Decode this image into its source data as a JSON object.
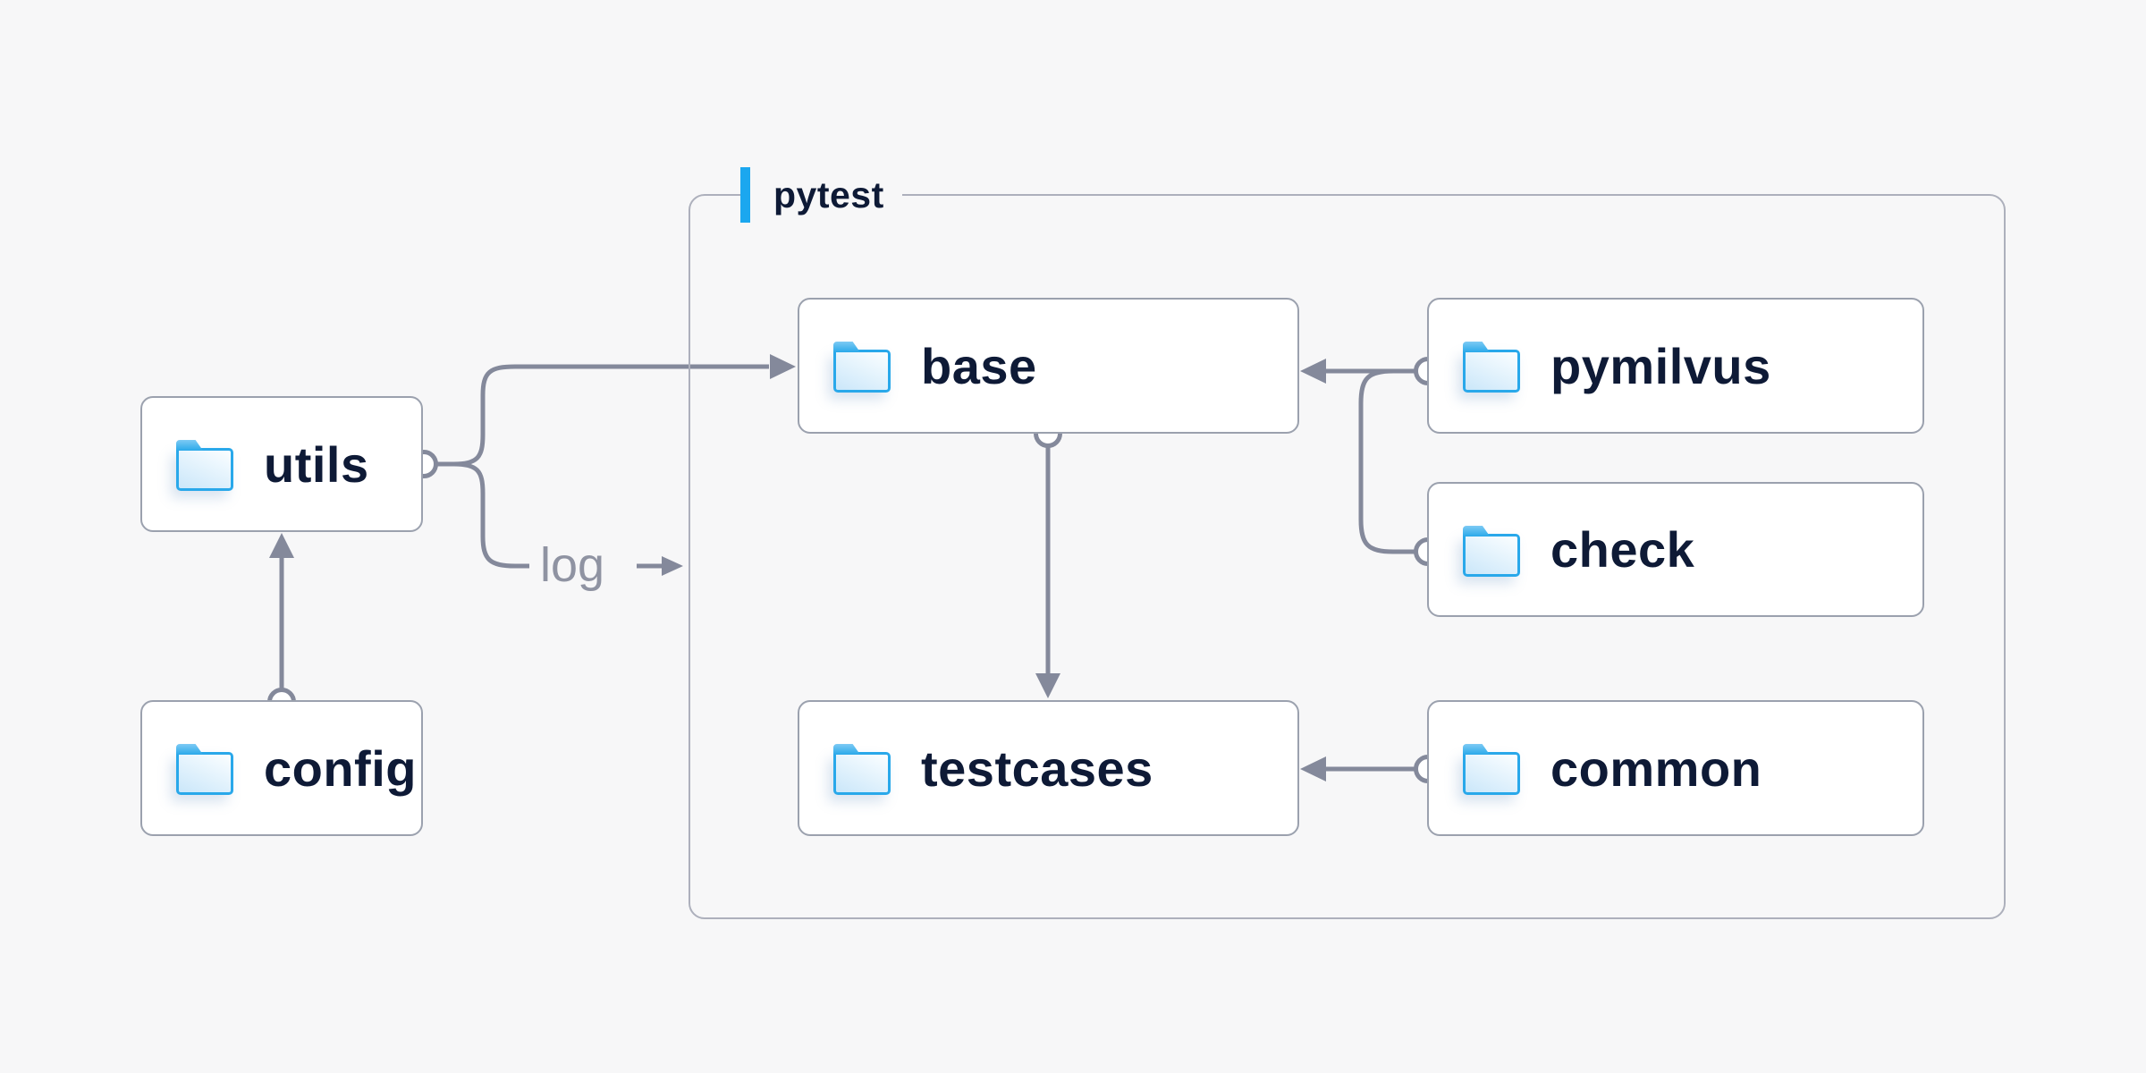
{
  "diagram": {
    "container_label": "pytest",
    "log_label": "log",
    "nodes": {
      "utils": {
        "label": "utils"
      },
      "config": {
        "label": "config"
      },
      "base": {
        "label": "base"
      },
      "testcases": {
        "label": "testcases"
      },
      "pymilvus": {
        "label": "pymilvus"
      },
      "check": {
        "label": "check"
      },
      "common": {
        "label": "common"
      }
    },
    "edges": [
      {
        "from": "config",
        "to": "utils",
        "style": "arrow"
      },
      {
        "from": "utils",
        "to": "base",
        "style": "arrow"
      },
      {
        "from": "utils",
        "to": "pytest",
        "style": "arrow",
        "label": "log"
      },
      {
        "from": "base",
        "to": "testcases",
        "style": "arrow"
      },
      {
        "from": "pymilvus",
        "to": "base",
        "style": "arrow"
      },
      {
        "from": "check",
        "to": "base",
        "style": "arrow"
      },
      {
        "from": "common",
        "to": "testcases",
        "style": "arrow"
      }
    ],
    "colors": {
      "background": "#f7f7f8",
      "box_border": "#9ba1ae",
      "container_border": "#adb0bc",
      "connector": "#84899b",
      "accent_blue": "#1ba7ef",
      "folder_blue": "#29a8ea",
      "text_navy": "#0e1a36",
      "log_gray": "#8f93a2"
    }
  }
}
